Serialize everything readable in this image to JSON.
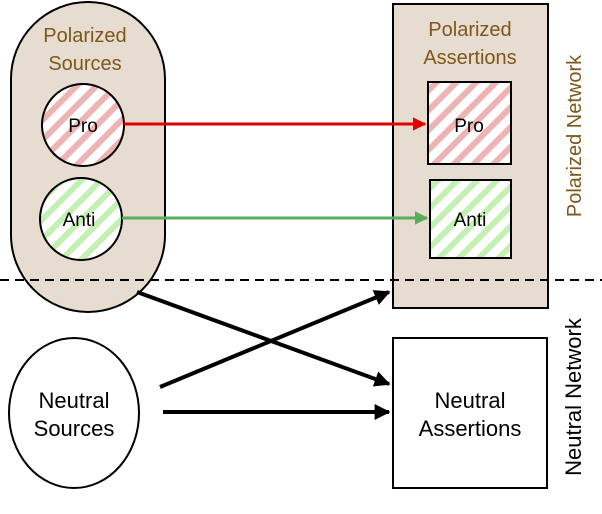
{
  "colors": {
    "group_fill": "#e6ddd0",
    "group_label": "#7f561b",
    "pro": "#e20000",
    "pro_hatch": "#eeb3b3",
    "anti": "#5aad5a",
    "anti_hatch": "#c4f0b4",
    "edge": "#000000"
  },
  "polarized_sources": {
    "title_line1": "Polarized",
    "title_line2": "Sources",
    "pro_label": "Pro",
    "anti_label": "Anti"
  },
  "polarized_assertions": {
    "title_line1": "Polarized",
    "title_line2": "Assertions",
    "pro_label": "Pro",
    "anti_label": "Anti"
  },
  "neutral_sources": {
    "line1": "Neutral",
    "line2": "Sources"
  },
  "neutral_assertions": {
    "line1": "Neutral",
    "line2": "Assertions"
  },
  "side_labels": {
    "polarized_network": "Polarized Network",
    "neutral_network": "Neutral Network"
  },
  "edges": [
    {
      "from": "pro-source",
      "to": "pro-assertion",
      "color": "pro"
    },
    {
      "from": "anti-source",
      "to": "anti-assertion",
      "color": "anti"
    },
    {
      "from": "polarized-sources",
      "to": "neutral-assertions",
      "color": "edge"
    },
    {
      "from": "neutral-sources",
      "to": "polarized-assertions",
      "color": "edge"
    },
    {
      "from": "neutral-sources",
      "to": "neutral-assertions",
      "color": "edge"
    }
  ]
}
